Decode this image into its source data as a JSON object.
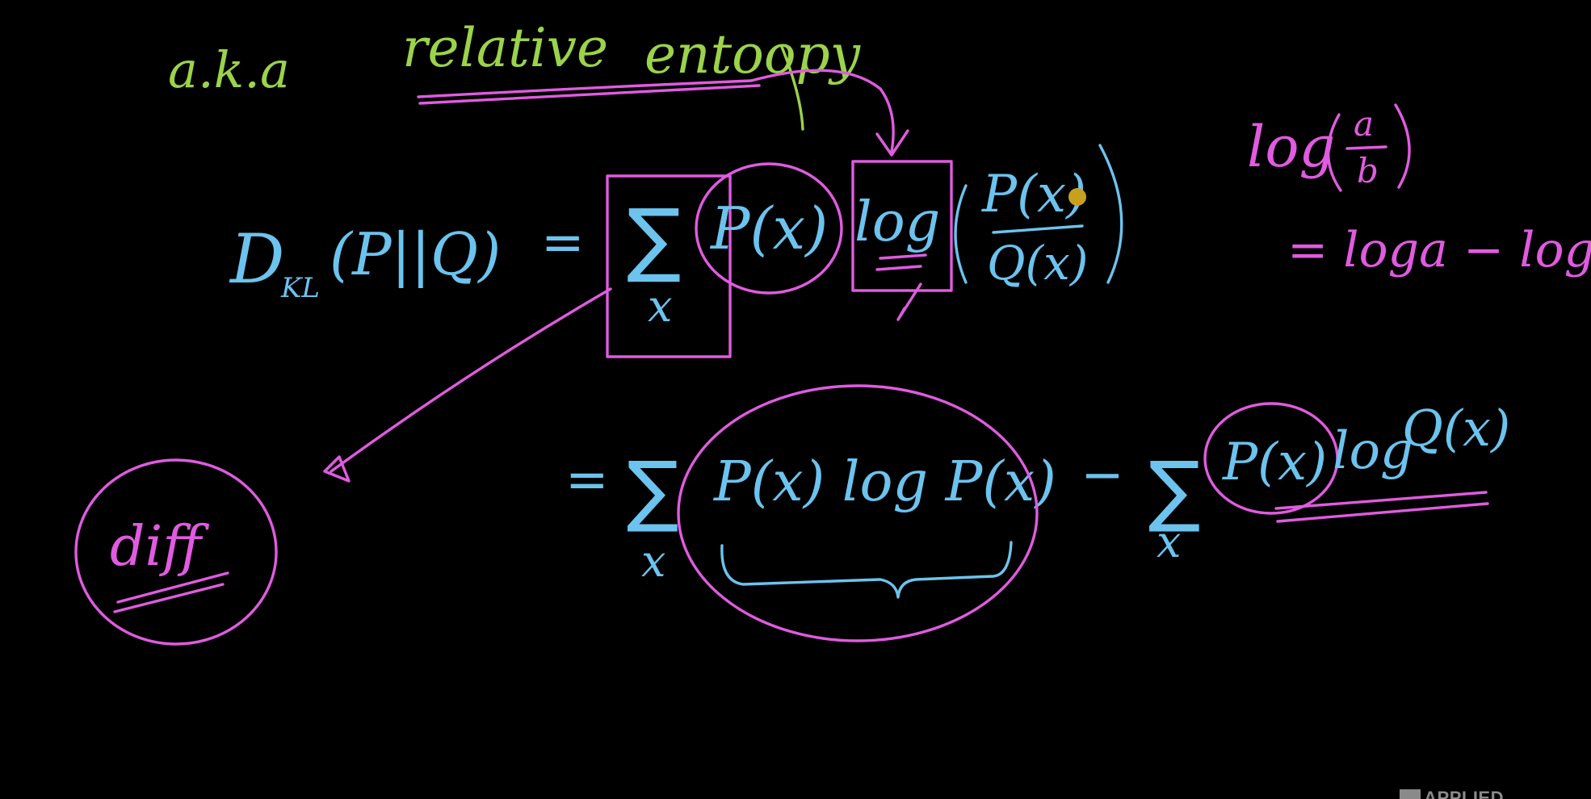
{
  "board": {
    "aka": "a.k.a",
    "relative": "relative",
    "entropy": "entoopy",
    "dkl_D": "D",
    "dkl_sub": "KL",
    "dkl_args": "(P||Q)",
    "eq1": "=",
    "sum_symbol": "∑",
    "sum_var": "x",
    "px": "P(x)",
    "log": "log",
    "frac_num": "P(x)",
    "frac_den": "Q(x)",
    "eq2": "=",
    "term1": "P(x) log P(x)",
    "minus": "−",
    "term2_px": "P(x)",
    "term2_log": "log",
    "term2_qx": "Q(x)",
    "side_log": "log",
    "side_a": "a",
    "side_b": "b",
    "side_expansion": "= loga − logb",
    "diff": "diff"
  },
  "branding": {
    "logo_text": "APPLIED"
  },
  "colors": {
    "background": "#000000",
    "green_ink": "#9bd34a",
    "blue_ink": "#6cc3ee",
    "pink_ink": "#e05be0",
    "pointer": "#c8a020"
  }
}
